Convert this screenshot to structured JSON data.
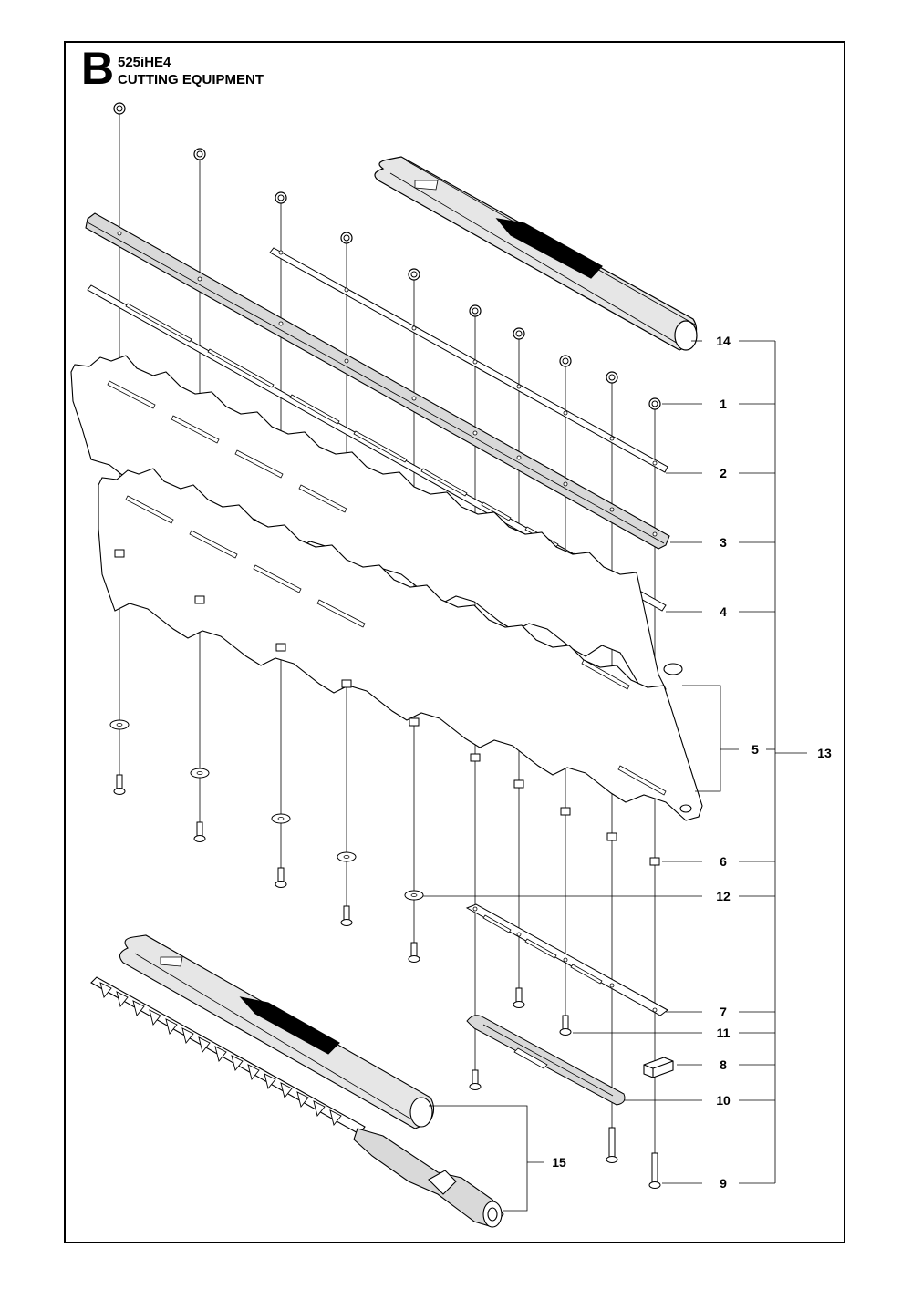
{
  "header": {
    "section_letter": "B",
    "model": "525iHE4",
    "title": "CUTTING EQUIPMENT"
  },
  "callouts": [
    {
      "id": "c14",
      "label": "14"
    },
    {
      "id": "c1",
      "label": "1"
    },
    {
      "id": "c2",
      "label": "2"
    },
    {
      "id": "c3",
      "label": "3"
    },
    {
      "id": "c4",
      "label": "4"
    },
    {
      "id": "c5",
      "label": "5"
    },
    {
      "id": "c13",
      "label": "13"
    },
    {
      "id": "c6",
      "label": "6"
    },
    {
      "id": "c12",
      "label": "12"
    },
    {
      "id": "c7",
      "label": "7"
    },
    {
      "id": "c11",
      "label": "11"
    },
    {
      "id": "c8",
      "label": "8"
    },
    {
      "id": "c10",
      "label": "10"
    },
    {
      "id": "c15",
      "label": "15"
    },
    {
      "id": "c9",
      "label": "9"
    }
  ],
  "colors": {
    "line": "#000000",
    "shade": "#d9d9d9",
    "background": "#ffffff"
  }
}
